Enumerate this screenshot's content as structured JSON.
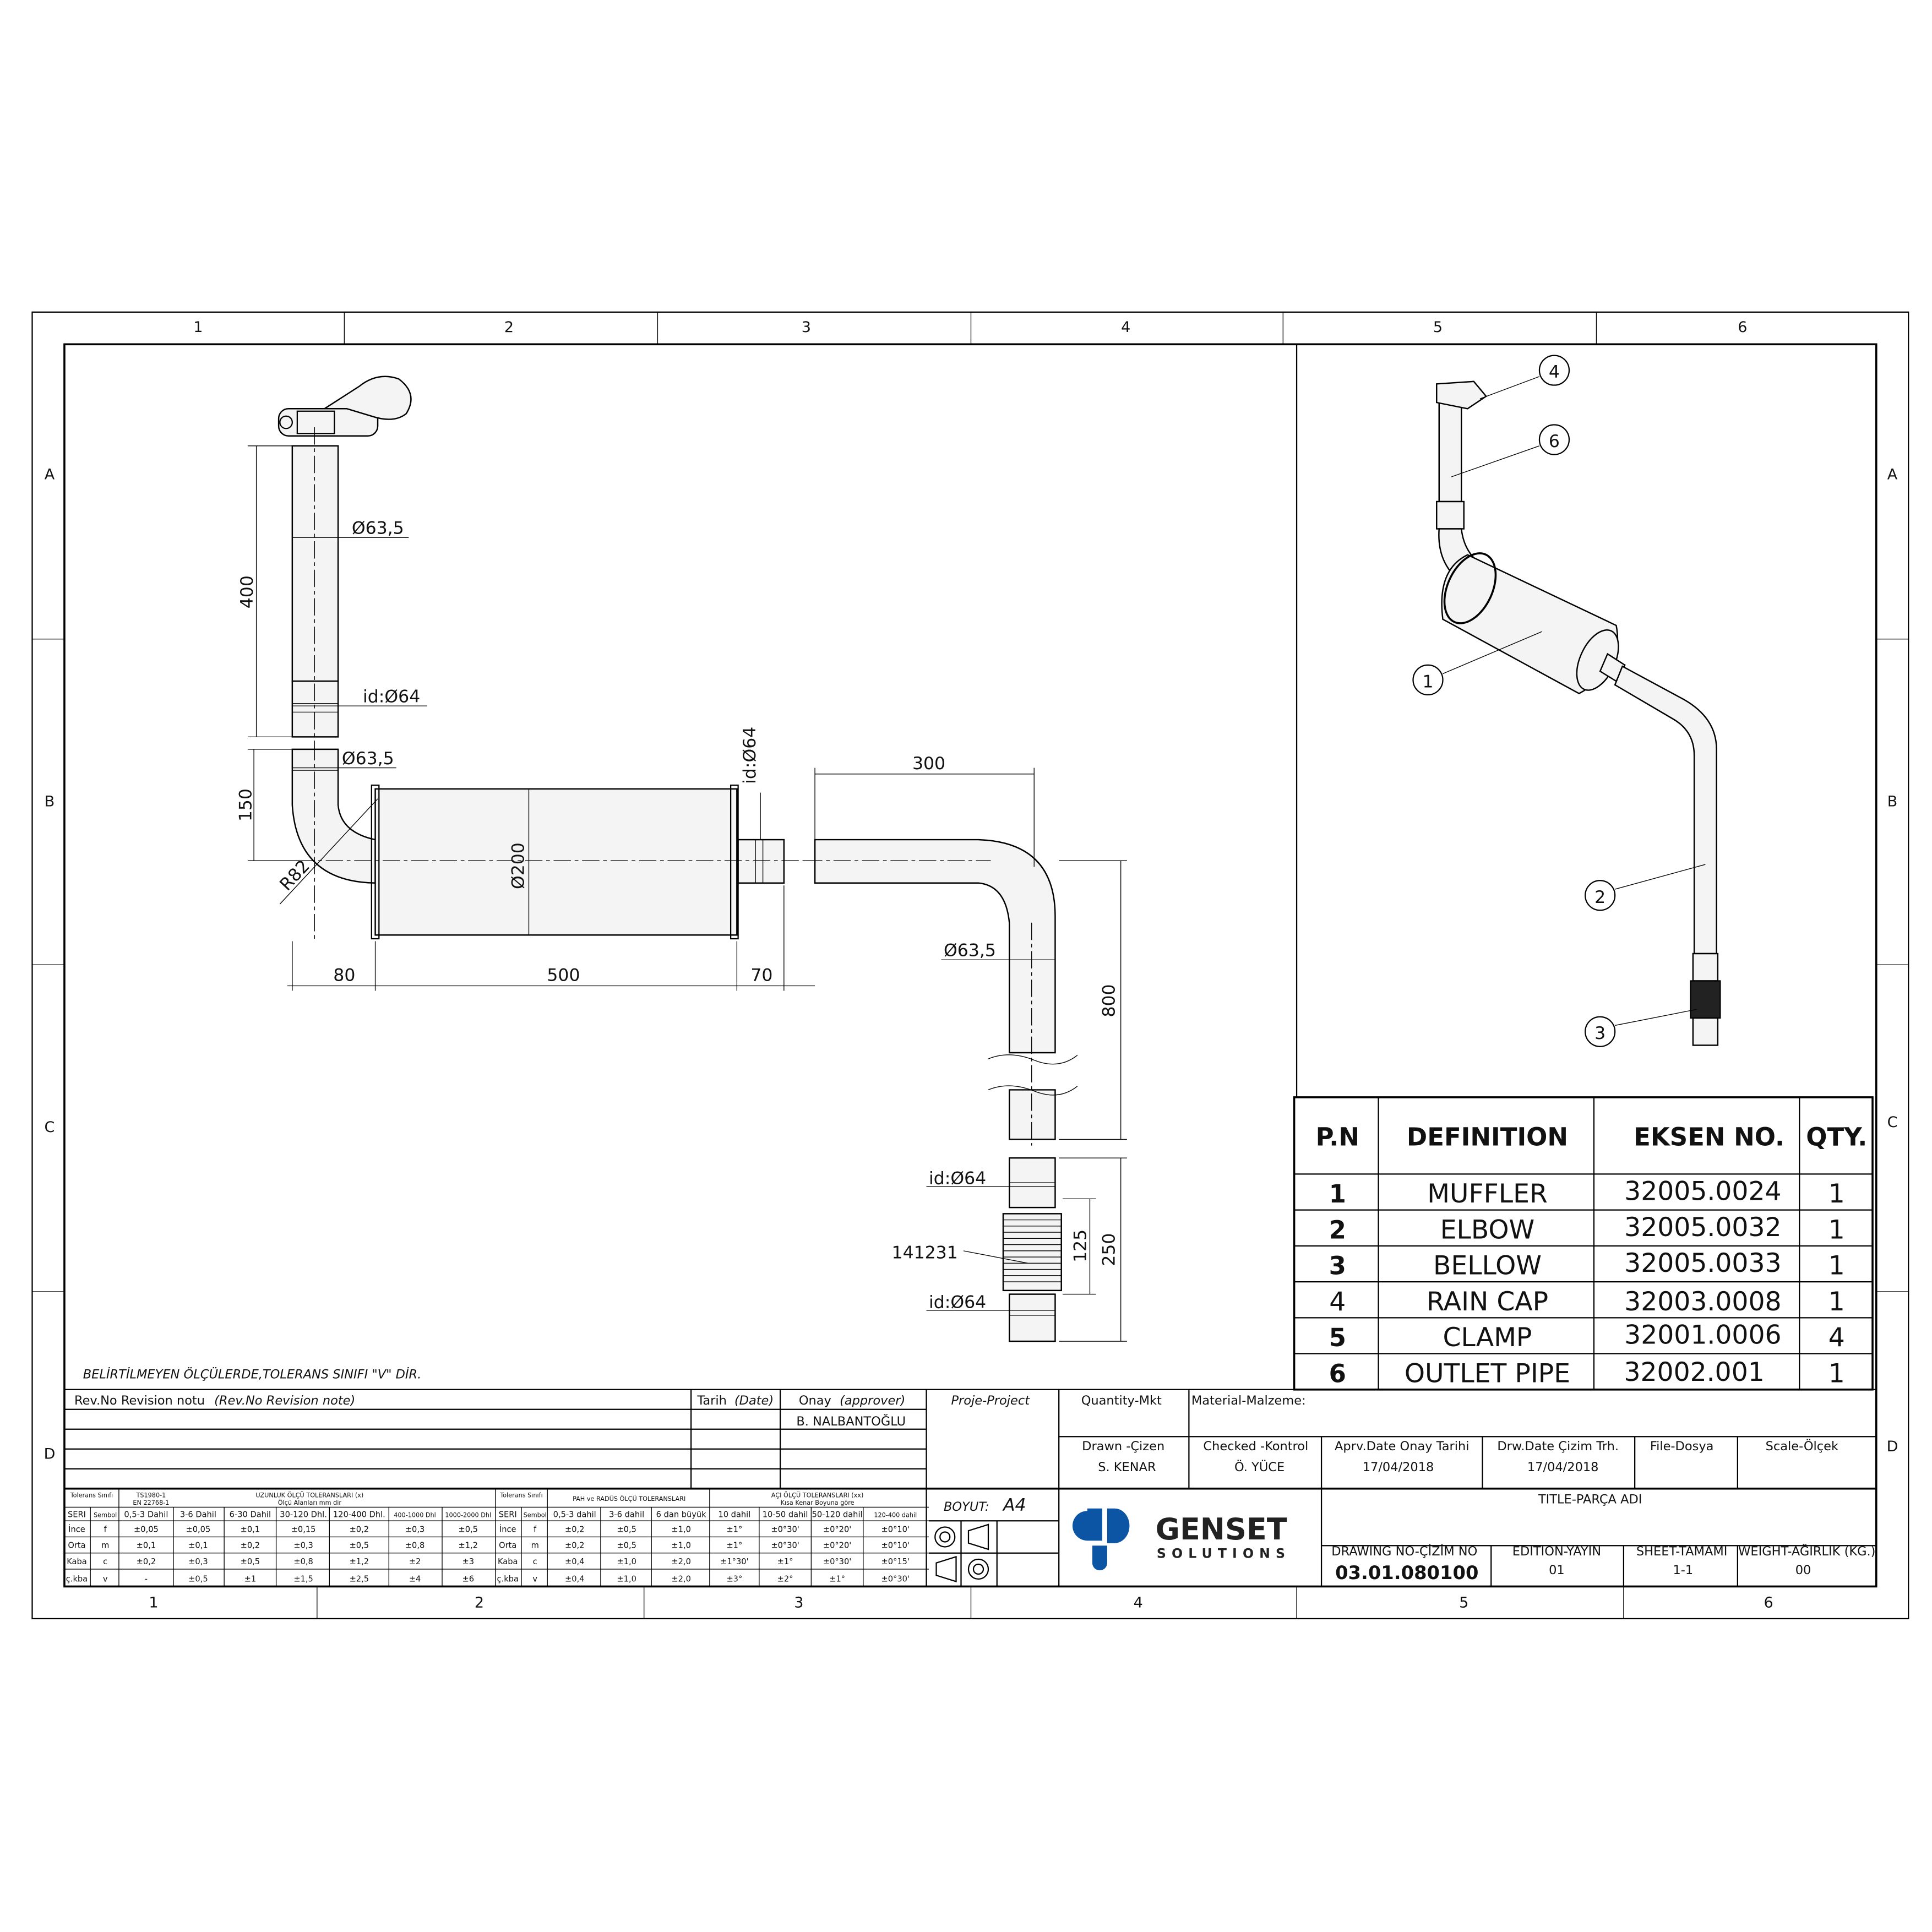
{
  "zones": {
    "top": [
      "1",
      "2",
      "3",
      "4",
      "5",
      "6"
    ],
    "bottom": [
      "1",
      "2",
      "3",
      "4",
      "5",
      "6"
    ],
    "side": [
      "A",
      "B",
      "C",
      "D"
    ]
  },
  "dimensions": {
    "upper_pipe_dia": "Ø63,5",
    "upper_pipe_length": "400",
    "upper_clamp_id": "id:Ø64",
    "elbow_dia": "Ø63,5",
    "elbow_height": "150",
    "elbow_radius": "R82",
    "muffler_dia": "Ø200",
    "muffler_inlet": "80",
    "muffler_length": "500",
    "muffler_outlet": "70",
    "muffler_outlet_id": "id:Ø64",
    "outlet_horizontal": "300",
    "outlet_dia": "Ø63,5",
    "outlet_vertical": "800",
    "bellow_id_top": "id:Ø64",
    "bellow_id_bottom": "id:Ø64",
    "bellow_part": "141231",
    "bellow_inner": "125",
    "bellow_total": "250"
  },
  "balloons": [
    "4",
    "6",
    "1",
    "2",
    "3"
  ],
  "bom": {
    "headers": [
      "P.N",
      "DEFINITION",
      "EKSEN NO.",
      "QTY."
    ],
    "rows": [
      {
        "pn": "1",
        "definition": "MUFFLER",
        "eksen": "32005.0024",
        "qty": "1"
      },
      {
        "pn": "2",
        "definition": "ELBOW",
        "eksen": "32005.0032",
        "qty": "1"
      },
      {
        "pn": "3",
        "definition": "BELLOW",
        "eksen": "32005.0033",
        "qty": "1"
      },
      {
        "pn": "4",
        "definition": "RAIN CAP",
        "eksen": "32003.0008",
        "qty": "1"
      },
      {
        "pn": "5",
        "definition": "CLAMP",
        "eksen": "32001.0006",
        "qty": "4"
      },
      {
        "pn": "6",
        "definition": "OUTLET PIPE",
        "eksen": "32002.001",
        "qty": "1"
      }
    ]
  },
  "note": "BELİRTİLMEYEN ÖLÇÜLERDE,TOLERANS SINIFI \"V\" DİR.",
  "revision": {
    "rev_label": "Rev.No Revision notu",
    "rev_label_en": "(Rev.No Revision note)",
    "date_label": "Tarih",
    "date_label_en": "(Date)",
    "approver_label": "Onay",
    "approver_label_en": "(approver)",
    "approver": "B. NALBANTOĞLU"
  },
  "tolerance_length": {
    "class_header": "Tolerans Sınıfı",
    "standard1": "TS1980-1",
    "standard2": "EN 22768-1",
    "title1": "UZUNLUK ÖLÇÜ TOLERANSLARI (x)",
    "title2": "Ölçü Alanları mm dir",
    "seri": "SERI",
    "sembol": "Sembol",
    "columns": [
      "0,5-3 Dahil",
      "3-6 Dahil",
      "6-30 Dahil",
      "30-120 Dhl.",
      "120-400 Dhl.",
      "400-1000 Dhl",
      "1000-2000 Dhl"
    ],
    "rows": [
      {
        "name": "İnce",
        "sym": "f",
        "vals": [
          "±0,05",
          "±0,05",
          "±0,1",
          "±0,15",
          "±0,2",
          "±0,3",
          "±0,5"
        ]
      },
      {
        "name": "Orta",
        "sym": "m",
        "vals": [
          "±0,1",
          "±0,1",
          "±0,2",
          "±0,3",
          "±0,5",
          "±0,8",
          "±1,2"
        ]
      },
      {
        "name": "Kaba",
        "sym": "c",
        "vals": [
          "±0,2",
          "±0,3",
          "±0,5",
          "±0,8",
          "±1,2",
          "±2",
          "±3"
        ]
      },
      {
        "name": "ç.kba",
        "sym": "v",
        "vals": [
          "-",
          "±0,5",
          "±1",
          "±1,5",
          "±2,5",
          "±4",
          "±6"
        ]
      }
    ]
  },
  "tolerance_angle": {
    "class_header": "Tolerans Sınıfı",
    "pah_title": "PAH ve RADÜS ÖLÇÜ TOLERANSLARI",
    "aci_title1": "AÇI ÖLÇÜ TOLERANSLARI (xx)",
    "aci_title2": "Kısa Kenar Boyuna göre",
    "seri": "SERI",
    "sembol": "Sembol",
    "columns": [
      "0,5-3 dahil",
      "3-6 dahil",
      "6 dan büyük",
      "10 dahil",
      "10-50 dahil",
      "50-120 dahil",
      "120-400 dahil"
    ],
    "rows": [
      {
        "name": "İnce",
        "sym": "f",
        "vals": [
          "±0,2",
          "±0,5",
          "±1,0",
          "±1°",
          "±0°30'",
          "±0°20'",
          "±0°10'"
        ]
      },
      {
        "name": "Orta",
        "sym": "m",
        "vals": [
          "±0,2",
          "±0,5",
          "±1,0",
          "±1°",
          "±0°30'",
          "±0°20'",
          "±0°10'"
        ]
      },
      {
        "name": "Kaba",
        "sym": "c",
        "vals": [
          "±0,4",
          "±1,0",
          "±2,0",
          "±1°30'",
          "±1°",
          "±0°30'",
          "±0°15'"
        ]
      },
      {
        "name": "ç.kba",
        "sym": "v",
        "vals": [
          "±0,4",
          "±1,0",
          "±2,0",
          "±3°",
          "±2°",
          "±1°",
          "±0°30'"
        ]
      }
    ]
  },
  "title_block": {
    "project_label": "Proje-Project",
    "quantity_label": "Quantity-Mkt",
    "material_label": "Material-Malzeme:",
    "drawn_label": "Drawn -Çizen",
    "drawn": "S. KENAR",
    "checked_label": "Checked -Kontrol",
    "checked": "Ö. YÜCE",
    "aprv_label": "Aprv.Date  Onay Tarihi",
    "aprv_date": "17/04/2018",
    "drw_label": "Drw.Date  Çizim Trh.",
    "drw_date": "17/04/2018",
    "file_label": "File-Dosya",
    "scale_label": "Scale-Ölçek",
    "boyut_label": "BOYUT:",
    "boyut": "A4",
    "logo_word": "GENSET",
    "logo_sub": "SOLUTIONS",
    "title_label": "TITLE-PARÇA ADI",
    "drawing_no_label": "DRAWING NO-ÇİZİM NO",
    "drawing_no": "03.01.080100",
    "edition_label": "EDITION-YAYIN",
    "edition": "01",
    "sheet_label": "SHEET-TAMAMI",
    "sheet": "1-1",
    "weight_label": "WEIGHT-AĞIRLIK (KG.)",
    "weight": "00"
  },
  "colors": {
    "logo_blue": "#0b55a4",
    "line": "#000000"
  }
}
